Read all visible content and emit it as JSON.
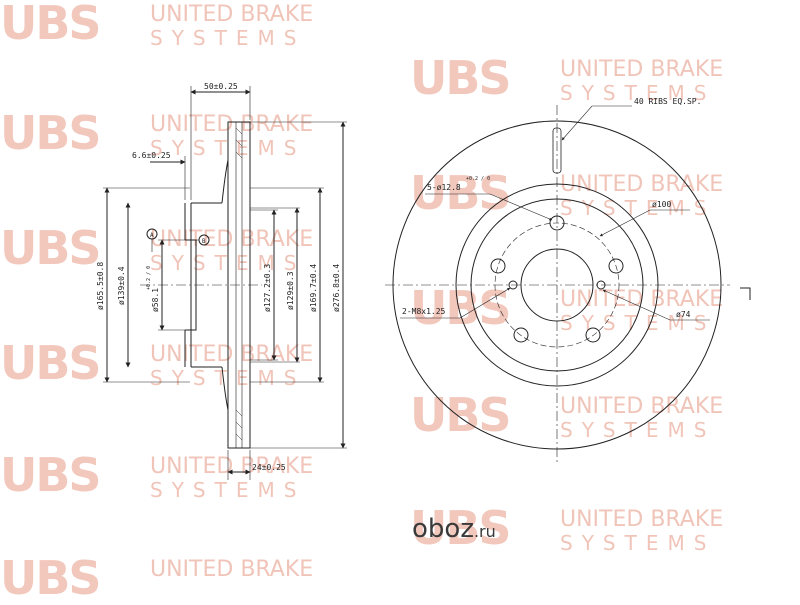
{
  "watermark": {
    "logo": "UBS",
    "line1": "UNITED BRAKE",
    "line2": "SYSTEMS"
  },
  "site": {
    "name": "oboz",
    "tld": ".ru"
  },
  "side_view": {
    "dim_total_width": "50±0.25",
    "dim_hat": "6.6±0.25",
    "dim_thickness": "24±0.25",
    "datum_a": "A",
    "datum_b": "B",
    "dia_outer": "ø276.8±0.4",
    "dia_hat": "ø165.5±0.8",
    "dia_mid": "ø139±0.4",
    "dia_bore": "ø58.1",
    "dia_bore_tol": "+0.2 / 0",
    "dia_inner1": "ø127.2±0.3",
    "dia_inner2": "ø129±0.3",
    "dia_inner3": "ø169.7±0.4"
  },
  "front_view": {
    "ribs": "40 RIBS EQ.SP.",
    "holes": "5-ø12.8",
    "holes_tol": "+0.2 / 0",
    "pcd": "ø100",
    "threads": "2-M8x1.25",
    "pcd2": "ø74"
  }
}
